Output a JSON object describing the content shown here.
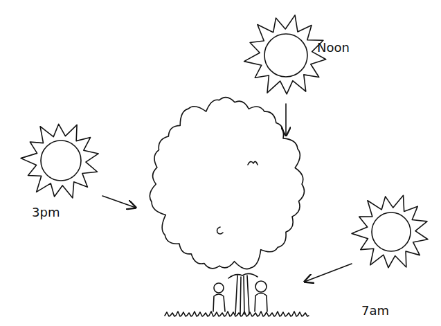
{
  "diagram": {
    "labels": [
      "Noon",
      "3pm",
      "7am"
    ]
  }
}
